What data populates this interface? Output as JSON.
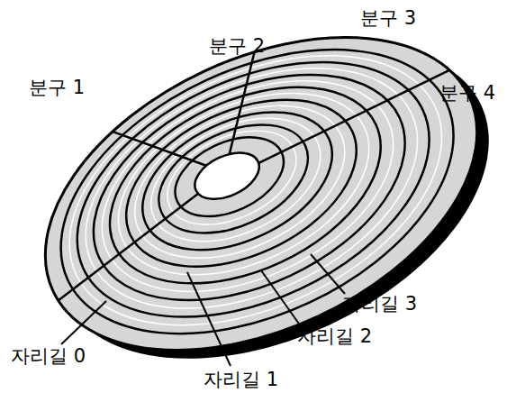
{
  "diagram": {
    "labels": [
      "분구 3",
      "분구 2",
      "분구 1",
      "분구 4",
      "자리길 3",
      "자리길 2",
      "자리길 0",
      "자리길 1"
    ]
  }
}
